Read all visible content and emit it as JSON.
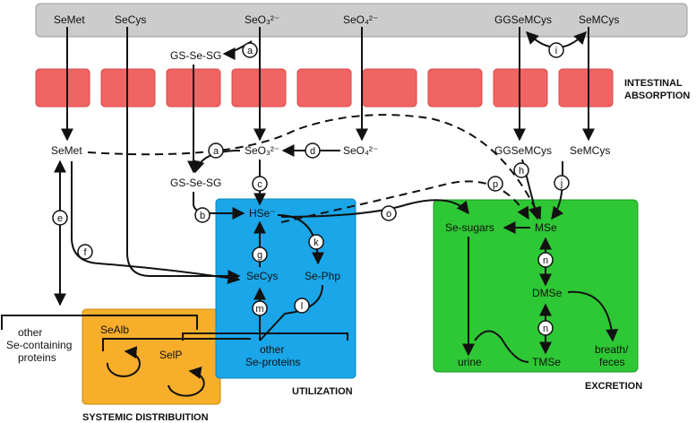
{
  "lumen": {
    "sources": [
      "SeMet",
      "SeCys",
      "SeO₃²⁻",
      "SeO₄²⁻",
      "GGSeMCys",
      "SeMCys"
    ],
    "gs_se_sg": "GS-Se-SG"
  },
  "sections": {
    "intestinal_line1": "INTESTINAL",
    "intestinal_line2": "ABSORPTION",
    "utilization": "UTILIZATION",
    "excretion": "EXCRETION",
    "systemic": "SYSTEMIC DISTRIBUITION"
  },
  "middle": {
    "semet": "SeMet",
    "seo3": "SeO₃²⁻",
    "seo4": "SeO₄²⁻",
    "gs_se_sg": "GS-Se-SG",
    "ggsemcys": "GGSeMCys",
    "semcys": "SeMCys"
  },
  "utilization": {
    "hse": "HSe⁻",
    "secys": "SeCys",
    "sephp": "Se-Php",
    "other1": "other",
    "other2": "Se-proteins"
  },
  "excretion": {
    "sesugars": "Se-sugars",
    "mse": "MSe",
    "dmse": "DMSe",
    "tmse": "TMSe",
    "urine": "urine",
    "breath": "breath/",
    "feces": "feces"
  },
  "systemic": {
    "other1": "other",
    "other2": "Se-containing",
    "other3": "proteins",
    "sealb": "SeAlb",
    "selp": "SelP"
  },
  "steps": {
    "a1": "a",
    "a2": "a",
    "b": "b",
    "c": "c",
    "d": "d",
    "e": "e",
    "f": "f",
    "g": "g",
    "h": "h",
    "i": "i",
    "j": "j",
    "k": "k",
    "l": "l",
    "m": "m",
    "n1": "n",
    "n2": "n",
    "o": "o",
    "p": "p"
  },
  "colors": {
    "lumen": "#cccccc",
    "villi": "#f06464",
    "utilization": "#1aa6e8",
    "excretion": "#2ec735",
    "systemic": "#f7ae2a"
  }
}
